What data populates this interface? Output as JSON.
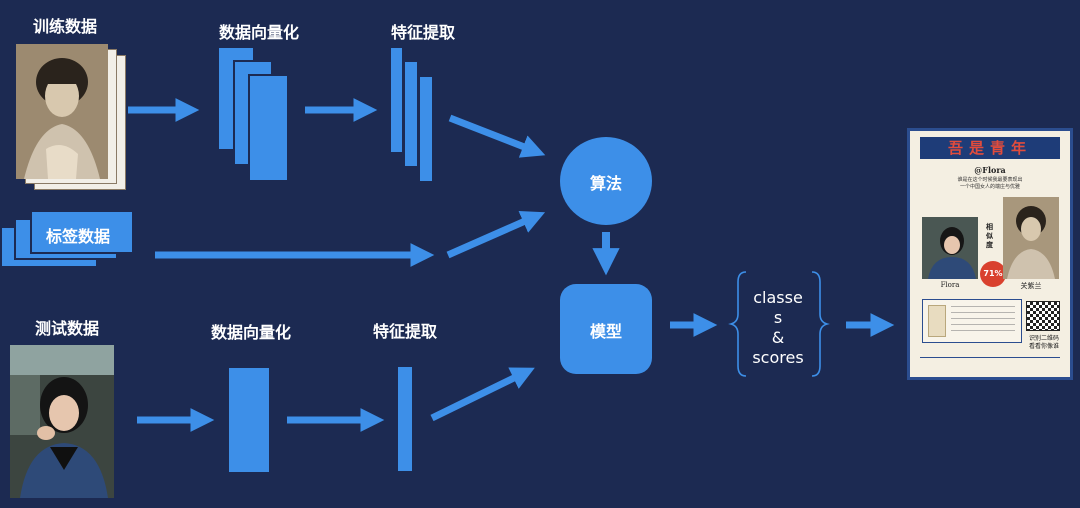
{
  "labels": {
    "train_data": "训练数据",
    "vectorize_top": "数据向量化",
    "feature_top": "特征提取",
    "tag_data": "标签数据",
    "test_data": "测试数据",
    "vectorize_bottom": "数据向量化",
    "feature_bottom": "特征提取",
    "algorithm": "算法",
    "model": "模型",
    "classes_line1": "classe",
    "classes_line2": "s",
    "classes_line3": "&",
    "classes_line4": "scores"
  },
  "poster": {
    "banner": "吾是青年",
    "handle": "@Flora",
    "caption_line1": "谁是在这个时候我最要表现出",
    "caption_line2": "一个中国女人的端庄与优雅",
    "similarity_label": "相似度",
    "similarity_value": "71%",
    "name_left": "Flora",
    "name_right": "关紫兰",
    "qr_text_line1": "识别二维码",
    "qr_text_line2": "看看你像谁"
  },
  "colors": {
    "background": "#1c2a52",
    "accent": "#3d8fe8",
    "text": "#ffffff"
  }
}
